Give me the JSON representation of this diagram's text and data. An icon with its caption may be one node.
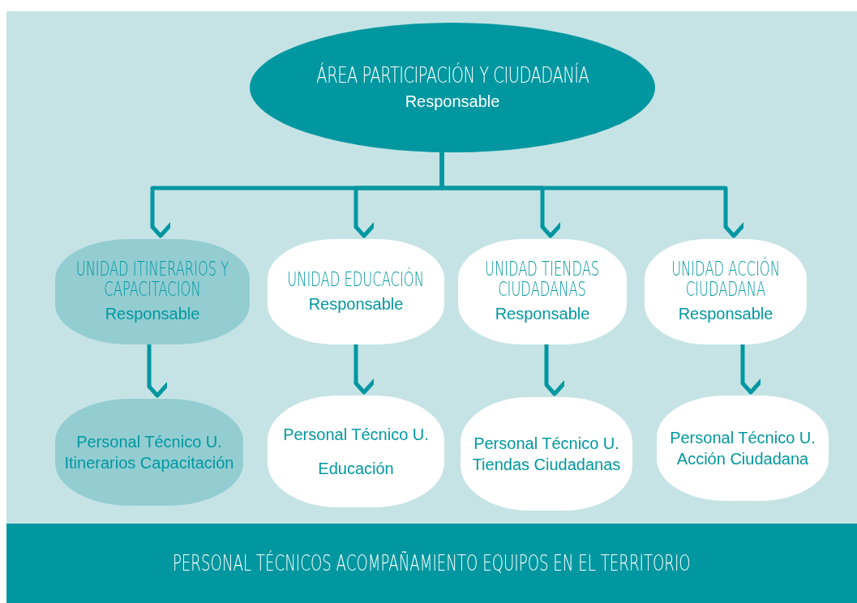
{
  "diagram": {
    "nodes": [
      {
        "text": [
          "ÁREA PARTICIPACIÓN Y CIUDADANÍA",
          "Responsable"
        ]
      },
      {
        "text": [
          "UNIDAD ITINERARIOS Y CAPACITACION",
          "Responsable"
        ]
      },
      {
        "text": [
          "UNIDAD EDUCACIÓN",
          "Responsable"
        ]
      },
      {
        "text": [
          "UNIDAD TIENDAS CIUDADANAS",
          "Responsable"
        ]
      },
      {
        "text": [
          "UNIDAD ACCIÓN CIUDADANA",
          "Responsable"
        ]
      },
      {
        "text": [
          "Personal Técnico U. Itinerarios Capacitación"
        ]
      },
      {
        "text": [
          "Personal Técnico U.",
          "Educación"
        ]
      },
      {
        "text": [
          "Personal Técnico U. Tiendas Ciudadanas"
        ]
      },
      {
        "text": [
          "Personal Técnico U. Acción Ciudadana"
        ]
      },
      {
        "text": [
          "PERSONAL TÉCNICOS ACOMPAÑAMIENTO EQUIPOS EN EL TERRITORIO"
        ]
      }
    ],
    "edges": [
      {
        "from": 0,
        "to": 1,
        "arrow": "to"
      },
      {
        "from": 0,
        "to": 2,
        "arrow": "to"
      },
      {
        "from": 0,
        "to": 3,
        "arrow": "to"
      },
      {
        "from": 0,
        "to": 4,
        "arrow": "to"
      },
      {
        "from": 1,
        "to": 5,
        "arrow": "to"
      },
      {
        "from": 2,
        "to": 6,
        "arrow": "to"
      },
      {
        "from": 3,
        "to": 7,
        "arrow": "to"
      },
      {
        "from": 4,
        "to": 8,
        "arrow": "to"
      }
    ]
  }
}
